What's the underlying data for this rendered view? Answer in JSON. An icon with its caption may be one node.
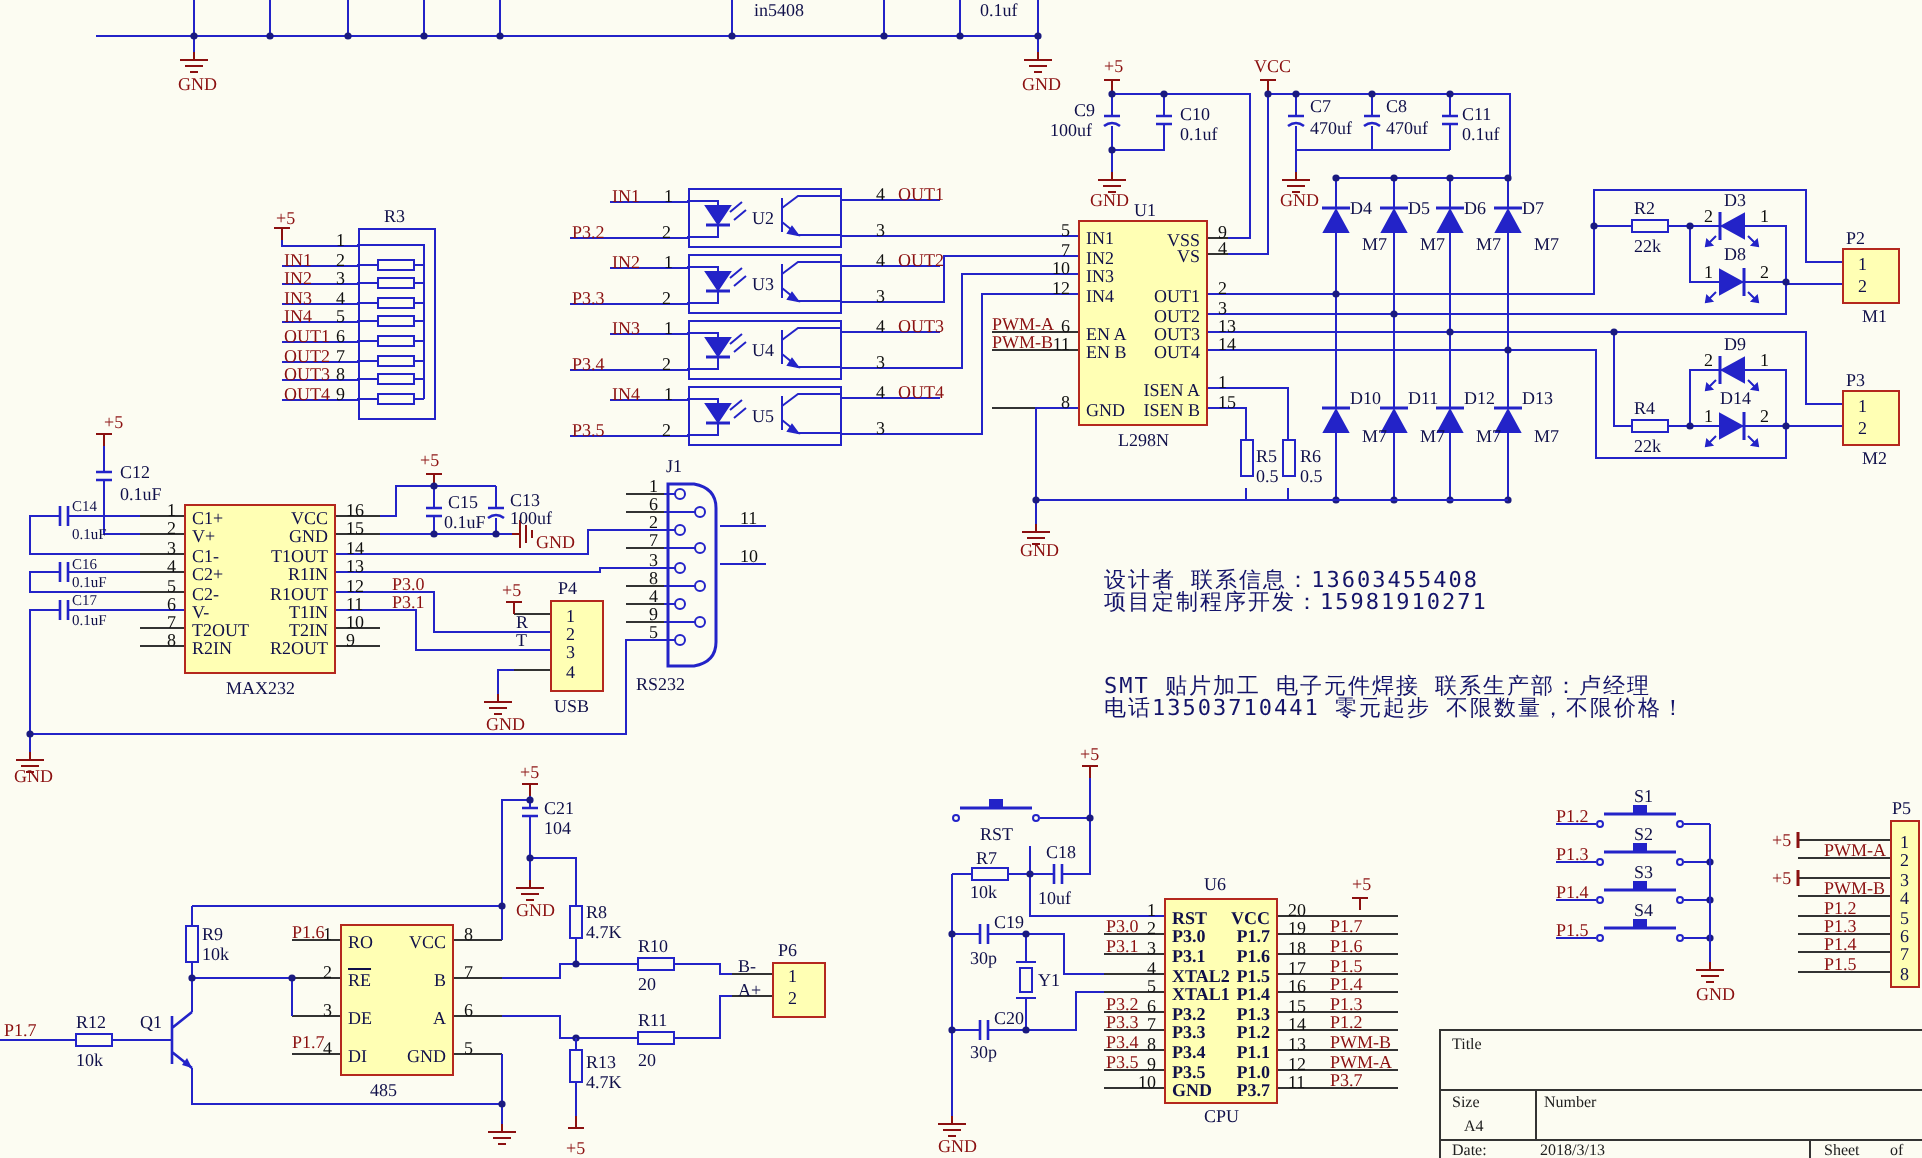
{
  "diagram": {
    "nodes": [
      {
        "text": [
          "R3"
        ],
        "beside": [
          "+5",
          "1",
          "IN1",
          "2",
          "IN2",
          "3",
          "IN3",
          "4",
          "IN4",
          "5",
          "OUT1",
          "6",
          "OUT2",
          "7",
          "OUT3",
          "8",
          "OUT4",
          "9"
        ]
      },
      {
        "text": [
          "U2"
        ],
        "beside": [
          "IN1",
          "1",
          "P3.2",
          "2",
          "4",
          "OUT1",
          "3"
        ]
      },
      {
        "text": [
          "U3"
        ],
        "beside": [
          "IN2",
          "1",
          "P3.3",
          "2",
          "4",
          "OUT2",
          "3"
        ]
      },
      {
        "text": [
          "U4"
        ],
        "beside": [
          "IN3",
          "1",
          "P3.4",
          "2",
          "4",
          "OUT3",
          "3"
        ]
      },
      {
        "text": [
          "U5"
        ],
        "beside": [
          "IN4",
          "1",
          "P3.5",
          "2",
          "4",
          "OUT4",
          "3"
        ]
      },
      {
        "text": [
          "U1",
          "IN1",
          "IN2",
          "IN3",
          "IN4",
          "EN A",
          "EN B",
          "GND",
          "VSS",
          "VS",
          "OUT1",
          "OUT2",
          "OUT3",
          "OUT4",
          "ISEN A",
          "ISEN B",
          "L298N"
        ],
        "beside": [
          "5",
          "7",
          "10",
          "12",
          "6",
          "11",
          "8",
          "9",
          "4",
          "2",
          "3",
          "13",
          "14",
          "1",
          "15"
        ]
      },
      {
        "text": [
          "P2",
          "1",
          "2",
          "M1"
        ]
      },
      {
        "text": [
          "P3",
          "1",
          "2",
          "M2"
        ]
      },
      {
        "text": [
          "C1+",
          "V+",
          "C1-",
          "C2+",
          "C2-",
          "V-",
          "T2OUT",
          "R2IN",
          "VCC",
          "GND",
          "T1OUT",
          "R1IN",
          "R1OUT",
          "T1IN",
          "T2IN",
          "R2OUT",
          "MAX232"
        ],
        "beside": [
          "1",
          "2",
          "3",
          "4",
          "5",
          "6",
          "7",
          "8",
          "16",
          "15",
          "14",
          "13",
          "12",
          "11",
          "10",
          "9"
        ]
      },
      {
        "text": [
          "P4",
          "1",
          "2",
          "3",
          "4",
          "USB"
        ]
      },
      {
        "text": [
          "J1",
          "RS232"
        ],
        "beside": [
          "1",
          "6",
          "2",
          "7",
          "3",
          "8",
          "4",
          "9",
          "5"
        ]
      },
      {
        "text": [
          "RO",
          "RE",
          "DE",
          "DI",
          "VCC",
          "B",
          "A",
          "GND",
          "485"
        ],
        "beside": [
          "1",
          "2",
          "3",
          "4",
          "8",
          "7",
          "6",
          "5"
        ]
      },
      {
        "text": [
          "P6",
          "1",
          "2"
        ],
        "beside": [
          "B-",
          "A+"
        ]
      },
      {
        "text": [
          "U6",
          "RST",
          "P3.0",
          "P3.1",
          "XTAL2",
          "XTAL1",
          "P3.2",
          "P3.3",
          "P3.4",
          "P3.5",
          "GND",
          "VCC",
          "P1.7",
          "P1.6",
          "P1.5",
          "P1.4",
          "P1.3",
          "P1.2",
          "P1.1",
          "P1.0",
          "P3.7",
          "CPU"
        ],
        "beside": [
          "1",
          "2",
          "3",
          "4",
          "5",
          "6",
          "7",
          "8",
          "9",
          "10",
          "20",
          "19",
          "18",
          "17",
          "16",
          "15",
          "14",
          "13",
          "12",
          "11"
        ]
      },
      {
        "text": [
          "P5",
          "1",
          "2",
          "3",
          "4",
          "5",
          "6",
          "7",
          "8"
        ]
      },
      {
        "text": [
          "GND"
        ]
      },
      {
        "text": [
          "R5",
          "0.5"
        ]
      },
      {
        "text": [
          "R6",
          "0.5"
        ]
      },
      {
        "text": [
          "RST"
        ]
      }
    ],
    "edges": [
      {
        "from": 1,
        "to": 5,
        "arrow": "none"
      },
      {
        "from": 2,
        "to": 5,
        "arrow": "none"
      },
      {
        "from": 3,
        "to": 5,
        "arrow": "none"
      },
      {
        "from": 4,
        "to": 5,
        "arrow": "none"
      },
      {
        "from": 5,
        "to": 6,
        "arrow": "none"
      },
      {
        "from": 5,
        "to": 6,
        "arrow": "none"
      },
      {
        "from": 5,
        "to": 7,
        "arrow": "none"
      },
      {
        "from": 5,
        "to": 7,
        "arrow": "none"
      },
      {
        "from": 8,
        "to": 10,
        "arrow": "none"
      },
      {
        "from": 8,
        "to": 10,
        "arrow": "none"
      },
      {
        "from": 8,
        "to": 9,
        "arrow": "none"
      },
      {
        "from": 8,
        "to": 9,
        "arrow": "none"
      },
      {
        "from": 8,
        "to": 10,
        "arrow": "none"
      },
      {
        "from": 5,
        "to": 15,
        "arrow": "none"
      },
      {
        "from": 5,
        "to": 16,
        "arrow": "none"
      },
      {
        "from": 5,
        "to": 17,
        "arrow": "none"
      },
      {
        "from": 13,
        "to": 18,
        "arrow": "none"
      },
      {
        "from": 16,
        "to": 17,
        "arrow": "none"
      }
    ],
    "labels": [
      "in5408",
      "0.1uf",
      "GND",
      "GND",
      "+5",
      "C9",
      "100uf",
      "C10",
      "0.1uf",
      "GND",
      "PWM-A",
      "PWM-B",
      "VCC",
      "C7",
      "470uf",
      "C8",
      "470uf",
      "C11",
      "0.1uf",
      "GND",
      "D4",
      "M7",
      "D5",
      "M7",
      "D6",
      "M7",
      "D7",
      "M7",
      "D10",
      "M7",
      "D11",
      "M7",
      "D12",
      "M7",
      "D13",
      "M7",
      "R2",
      "22k",
      "2",
      "D3",
      "1",
      "1",
      "D8",
      "2",
      "R4",
      "22k",
      "2",
      "D9",
      "1",
      "1",
      "D14",
      "2",
      "+5",
      "C12",
      "C14",
      "0.1uF",
      "0.1uF",
      "C16",
      "0.1uF",
      "C17",
      "0.1uF",
      "+5",
      "C15",
      "0.1uF",
      "C13",
      "100uf",
      "GND",
      "P3.0",
      "P3.1",
      "+5",
      "R",
      "T",
      "GND",
      "11",
      "10",
      "GND",
      "设计者 联系信息：13603455408",
      "项目定制程序开发：15981910271",
      "SMT 贴片加工 电子元件焊接 联系生产部：卢经理",
      "电话13503710441 零元起步 不限数量，不限价格！",
      "+5",
      "C21",
      "104",
      "GND",
      "R8",
      "R9",
      "P1.6",
      "4.7K",
      "10k",
      "R10",
      "20",
      "P1.7",
      "R12",
      "Q1",
      "R11",
      "P1.7",
      "10k",
      "R13",
      "20",
      "4.7K",
      "+5",
      "+5",
      "R7",
      "C18",
      "10k",
      "10uf",
      "C19",
      "30p",
      "Y1",
      "C20",
      "30p",
      "GND",
      "P3.0",
      "P3.1",
      "P3.2",
      "P3.3",
      "P3.4",
      "P3.5",
      "+5",
      "P1.7",
      "P1.6",
      "P1.5",
      "P1.4",
      "P1.3",
      "P1.2",
      "PWM-B",
      "PWM-A",
      "P3.7",
      "S1",
      "P1.2",
      "S2",
      "P1.3",
      "S3",
      "P1.4",
      "S4",
      "P1.5",
      "GND",
      "+5",
      "PWM-A",
      "+5",
      "PWM-B",
      "P1.2",
      "P1.3",
      "P1.4",
      "P1.5",
      "Title",
      "Size",
      "Number",
      "A4",
      "Date:",
      "2018/3/13",
      "Sheet",
      "of"
    ]
  }
}
